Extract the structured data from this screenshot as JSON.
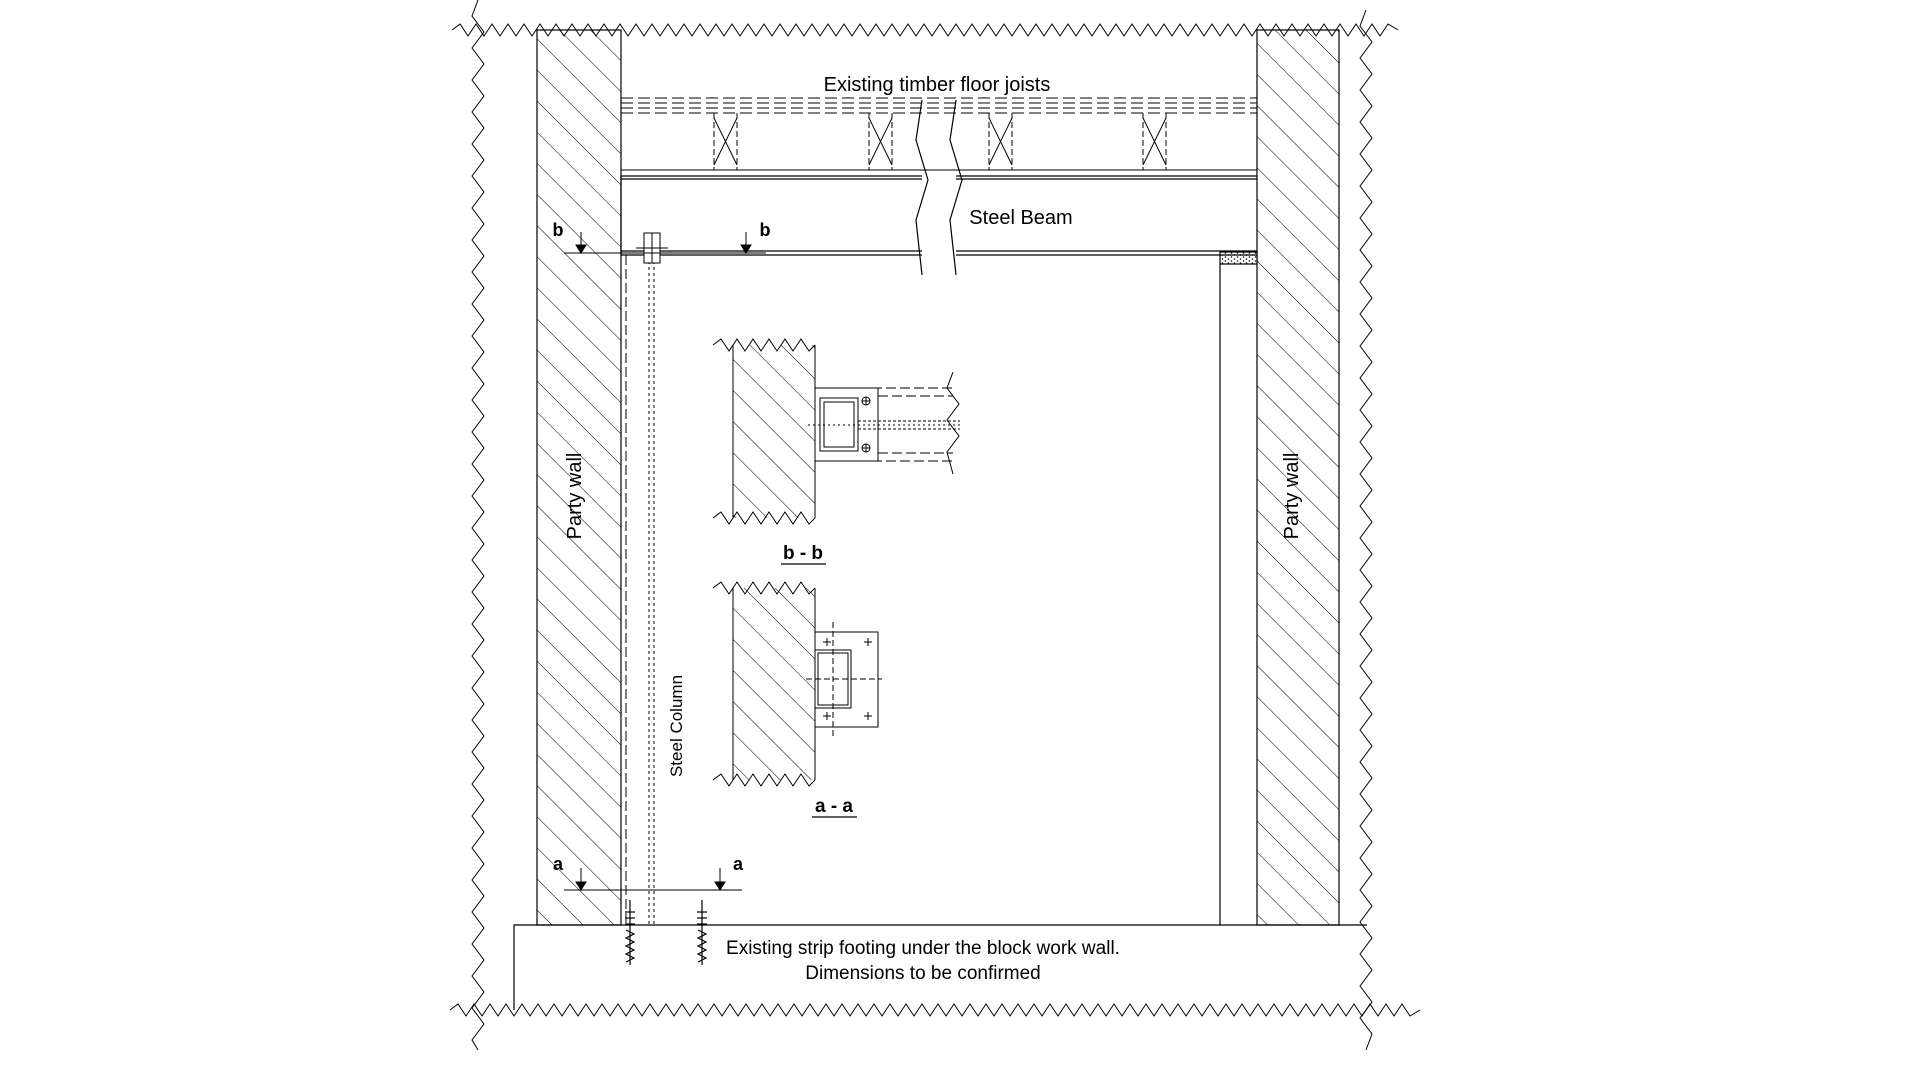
{
  "labels": {
    "joists": "Existing timber floor joists",
    "beam": "Steel Beam",
    "party_wall_left": "Party wall",
    "party_wall_right": "Party wall",
    "column": "Steel Column",
    "footing_line1": "Existing strip footing under the block work wall.",
    "footing_line2": "Dimensions to be confirmed",
    "section_bb": "b - b",
    "section_aa": "a - a",
    "cut_b_left": "b",
    "cut_b_right": "b",
    "cut_a_left": "a",
    "cut_a_right": "a"
  },
  "colors": {
    "line": "#000000",
    "background": "#ffffff"
  }
}
